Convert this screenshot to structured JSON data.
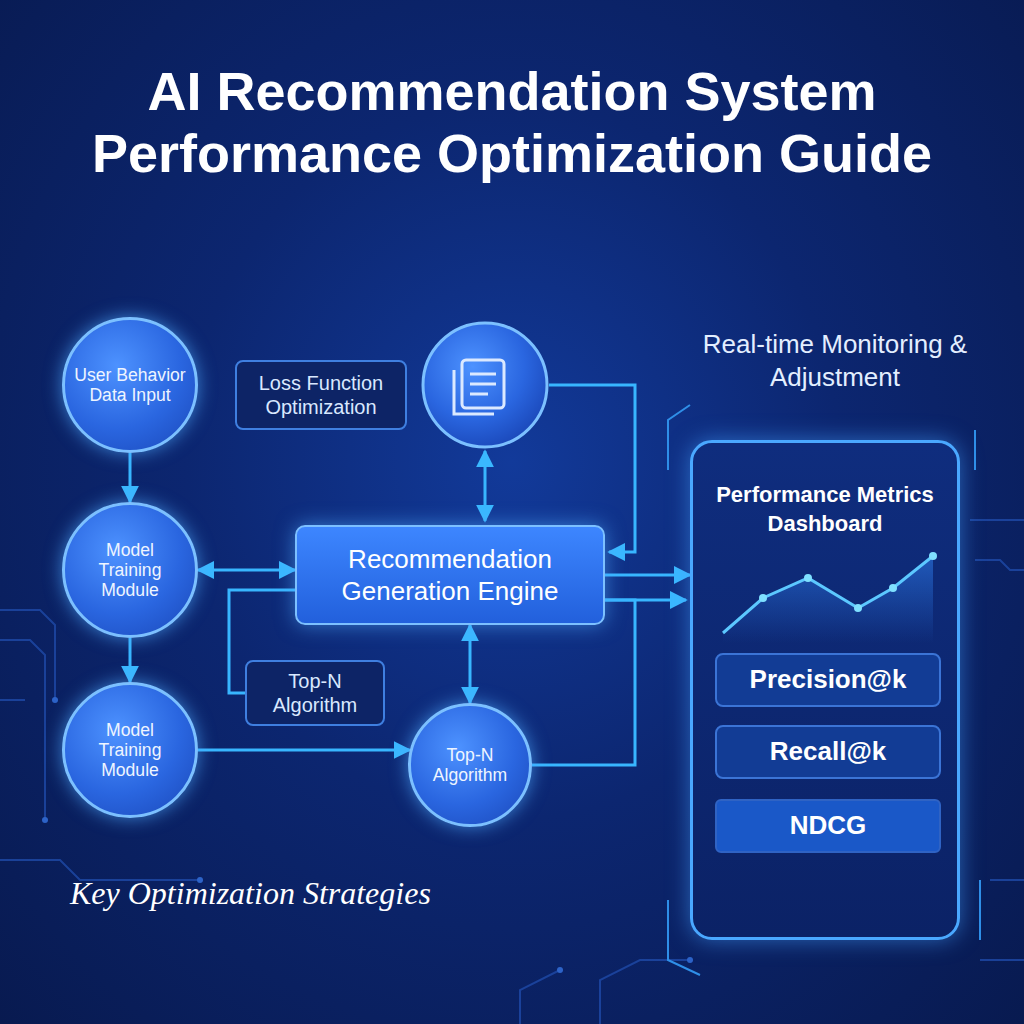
{
  "diagram": {
    "title": "AI Recommendation System Performance Optimization Guide",
    "nodes": [
      {
        "text": [
          "User Behavior Data Input"
        ]
      },
      {
        "text": [
          "Loss Function Optimization"
        ]
      },
      {
        "text": [
          "Model Training Module"
        ]
      },
      {
        "text": [
          "Recommendation Generation Engine"
        ]
      },
      {
        "text": [
          "Top-N Algorithm"
        ]
      },
      {
        "text": [
          "Model Training Module"
        ]
      },
      {
        "text": [
          "Top-N Algorithm"
        ]
      },
      {
        "text": [
          "Performance Metrics Dashboard"
        ]
      },
      {
        "text": [
          "Precision@k"
        ],
        "in": 7
      },
      {
        "text": [
          "Recall@k"
        ],
        "in": 7
      },
      {
        "text": [
          "NDCG"
        ],
        "in": 7
      }
    ],
    "edges": [
      {
        "from": 0,
        "to": 2,
        "arrow": "to"
      },
      {
        "from": 2,
        "to": 5,
        "arrow": "to"
      },
      {
        "from": 2,
        "to": 3,
        "arrow": "both"
      },
      {
        "from": 3,
        "to": 6,
        "arrow": "both"
      },
      {
        "from": 5,
        "to": 6,
        "arrow": "to"
      },
      {
        "from": 3,
        "to": 7,
        "arrow": "to"
      },
      {
        "from": 4,
        "to": 3,
        "arrow": "none"
      },
      {
        "from": 6,
        "to": 3,
        "arrow": "none"
      }
    ],
    "labels": [
      "Real-time Monitoring & Adjustment",
      "Key Optimization Strategies"
    ]
  }
}
